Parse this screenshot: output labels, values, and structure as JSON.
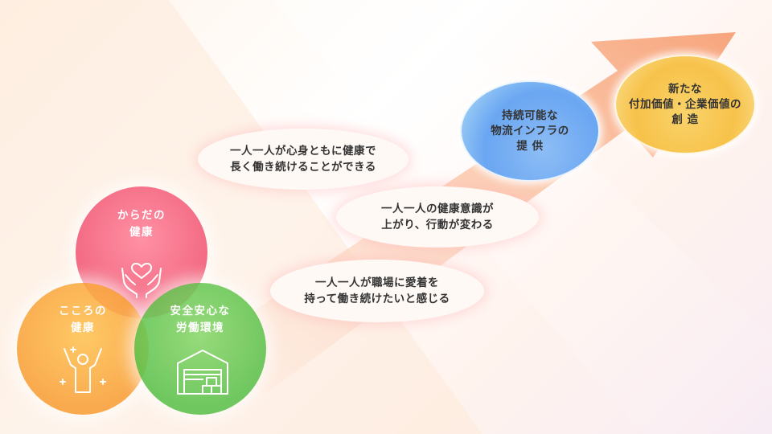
{
  "circles": {
    "body_health": "からだの\n健康",
    "mind_health": "こころの\n健康",
    "safe_workplace": "安全安心な\n労働環境"
  },
  "messages": {
    "m1": "一人一人が心身ともに健康で\n長く働き続けることができる",
    "m2": "一人一人の健康意識が\n上がり、行動が変わる",
    "m3": "一人一人が職場に愛着を\n持って働き続けたいと感じる"
  },
  "goals": {
    "logistics": "持続可能な\n物流インフラの\n提 供",
    "value": "新たな\n付加価値・企業価値の\n創 造"
  },
  "icons": [
    "hands-heart-icon",
    "cheering-person-icon",
    "warehouse-icon"
  ],
  "colors": {
    "body_circle": "#f25e7a",
    "mind_circle": "#f9a13a",
    "safe_circle": "#5cc24d",
    "arrow": "#f7b08a",
    "logistics_goal": "#6aa6f2",
    "value_goal": "#f7c24a"
  }
}
